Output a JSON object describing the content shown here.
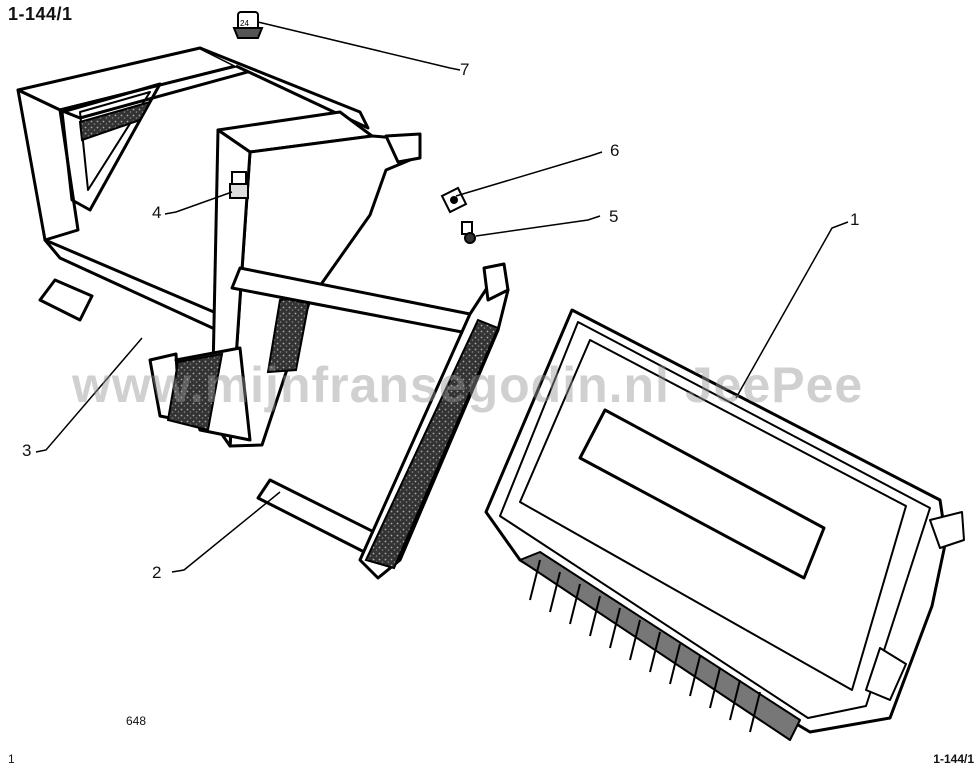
{
  "page": {
    "reference_top": "1-144/1",
    "reference_bottom": "1-144/1",
    "corner_mark": "1",
    "drawing_number": "648",
    "watermark": "www.mijnfransegodin.nl JeePee"
  },
  "callouts": [
    {
      "label": "1",
      "part": "control-unit"
    },
    {
      "label": "2",
      "part": "lower-frame"
    },
    {
      "label": "3",
      "part": "mounting-bracket"
    },
    {
      "label": "4",
      "part": "bolt"
    },
    {
      "label": "5",
      "part": "screw"
    },
    {
      "label": "6",
      "part": "clip-nut"
    },
    {
      "label": "7",
      "part": "grommet-nut"
    }
  ]
}
